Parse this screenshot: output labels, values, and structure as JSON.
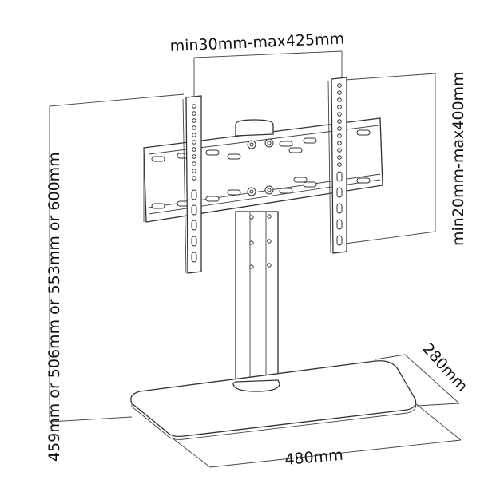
{
  "diagram": {
    "subject": "TV stand with pedestal base and VESA mounting bracket",
    "dimensions": {
      "vesa_width": "min30mm-max425mm",
      "vesa_height": "min20mm-max400mm",
      "height_options": "459mm or 506mm or 553mm or 600mm",
      "base_width": "480mm",
      "base_depth": "280mm"
    },
    "colors": {
      "line": "#333333",
      "background": "#ffffff",
      "text": "#111111"
    }
  }
}
